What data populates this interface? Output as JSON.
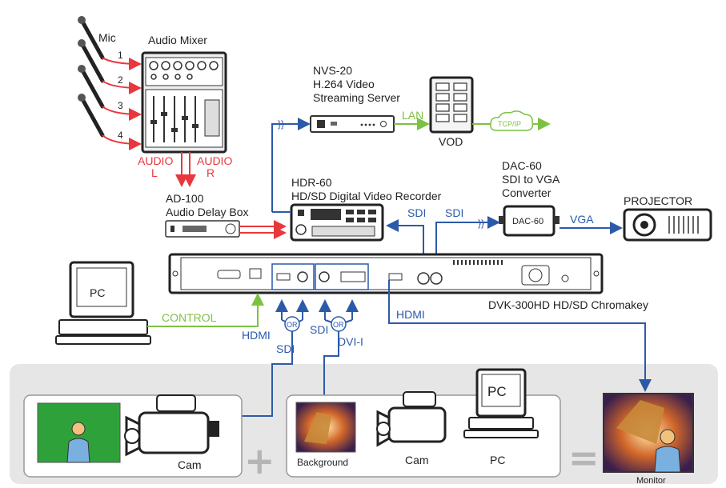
{
  "mic": {
    "label": "Mic",
    "channels": [
      "1",
      "2",
      "3",
      "4"
    ]
  },
  "mixer": {
    "label": "Audio Mixer",
    "out_left": [
      "AUDIO",
      "L"
    ],
    "out_right": [
      "AUDIO",
      "R"
    ]
  },
  "nvs": {
    "lines": [
      "NVS-20",
      "H.264 Video",
      "Streaming Server"
    ]
  },
  "lan_label": "LAN",
  "vod_label": "VOD",
  "cloud_label": "TCP/IP",
  "dac": {
    "lines": [
      "DAC-60",
      "SDI to VGA",
      "Converter"
    ],
    "device_text": "DAC-60"
  },
  "vga_label": "VGA",
  "projector_label": "PROJECTOR",
  "hdr": {
    "lines": [
      "HDR-60",
      "HD/SD Digital Video Recorder"
    ]
  },
  "delay": {
    "lines": [
      "AD-100",
      "Audio Delay Box"
    ]
  },
  "sdi_label": "SDI",
  "sdi2_label": "SDI",
  "chromakey_label": "DVK-300HD  HD/SD Chromakey",
  "pc_label": "PC",
  "control_label": "CONTROL",
  "hdmi_label": "HDMI",
  "hdmi_out_label": "HDMI",
  "or_label": "OR",
  "sdi_in_label": "SDI",
  "sdi_in2_label": "SDI",
  "dvi_label": "DVI-I",
  "bottom": {
    "cam1": "Cam",
    "plus": "+",
    "background": "Background",
    "cam2": "Cam",
    "pc": "PC",
    "pc_screen": "PC",
    "equals": "=",
    "monitor": "Monitor"
  },
  "colors": {
    "red": "#e8383d",
    "blue": "#2c5aa8",
    "green": "#7cc242",
    "panel": "#e6e6e6"
  }
}
